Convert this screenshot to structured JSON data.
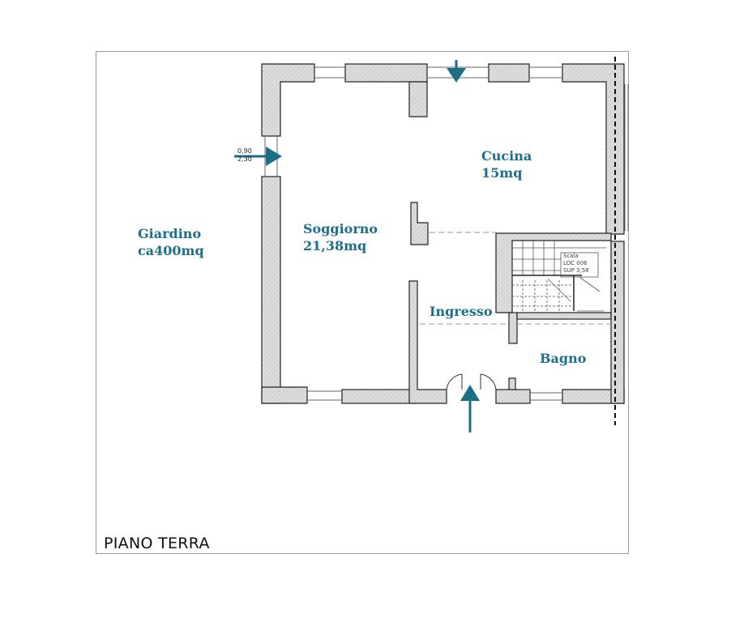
{
  "title": "PIANO TERRA",
  "rooms": {
    "giardino": {
      "name": "Giardino",
      "area": "ca400mq"
    },
    "soggiorno": {
      "name": "Soggiorno",
      "area": "21,38mq"
    },
    "cucina": {
      "name": "Cucina",
      "area": "15mq"
    },
    "ingresso": {
      "name": "Ingresso"
    },
    "bagno": {
      "name": "Bagno"
    }
  },
  "window_dims": {
    "width": "0,90",
    "height": "2,30"
  },
  "stair_tag": {
    "line1": "Scala",
    "line2": "LOC  006",
    "line3": "SUP  3,58"
  },
  "colors": {
    "accent": "#1e6f86",
    "wall_fill": "#d9d9d9",
    "wall_stroke": "#222222"
  },
  "icons": [
    "entrance-arrow-icon",
    "dashed-boundary-line"
  ]
}
